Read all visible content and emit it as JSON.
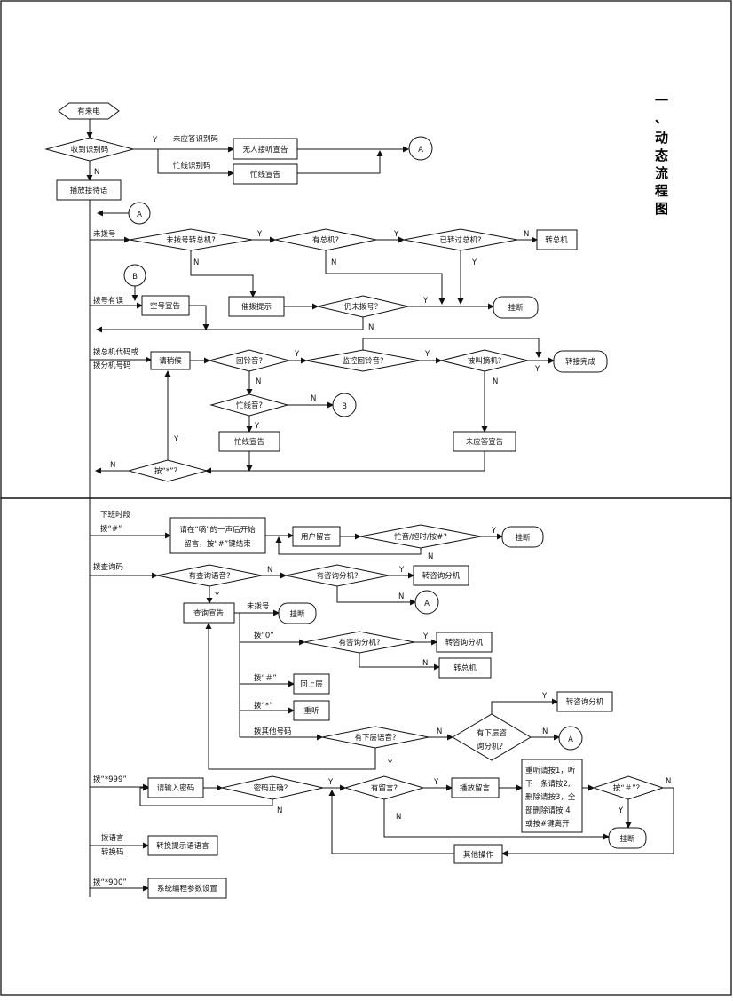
{
  "title_chars": [
    "一",
    "、",
    "动",
    "态",
    "流",
    "程",
    "图"
  ],
  "labels": {
    "incoming_call": "有来电",
    "receive_id": "收到识别码",
    "yes": "Y",
    "no": "N",
    "unanswered_id": "未应答识别码",
    "busy_id": "忙线识别码",
    "no_answer_announce": "无人接听宣告",
    "busy_announce": "忙线宣告",
    "play_greeting": "播放接待语",
    "conn_a": "A",
    "conn_b": "B",
    "not_dialed": "未拨号",
    "q_no_dial_to_operator": "未拨号转总机?",
    "q_has_operator": "有总机?",
    "q_transferred_operator": "已转过总机?",
    "to_operator": "转总机",
    "dial_error": "拨号有误",
    "empty_number_announce": "空号宣告",
    "urge_dial": "催拨提示",
    "q_still_not_dialed": "仍未拨号？",
    "hang_up": "挂断",
    "dial_operator_or_ext_1": "拨总机代码或",
    "dial_operator_or_ext_2": "拨分机号码",
    "please_wait": "请稍候",
    "q_ringback": "回铃音?",
    "q_monitor_ringback": "监控回铃音?",
    "q_answered": "被叫摘机?",
    "transfer_done": "转接完成",
    "q_busy_tone": "忙线音?",
    "busy_announce_2": "忙线宣告",
    "unanswered_announce": "未应答宣告",
    "q_press_star": "按“*”？",
    "off_hours": "下班时段",
    "press_hash": "拨“#”",
    "leave_message_1": "请在“嘀”的一声后开始",
    "leave_message_2": "留言，按“#”键结束",
    "user_message": "用户留言",
    "q_busy_timeout": "忙音/超时/按#?",
    "hang_up_2": "挂断",
    "dial_inquiry": "拨查询码",
    "q_has_inquiry_voice": "有查询语音?",
    "q_has_inquiry_ext": "有咨询分机?",
    "to_inquiry_ext": "转咨询分机",
    "inquiry_announce": "查询宣告",
    "not_dialed_2": "未拨号",
    "hang_up_3": "挂断",
    "dial_0": "拨“0”",
    "q_has_inquiry_ext_2": "有咨询分机?",
    "to_inquiry_ext_2": "转咨询分机",
    "to_operator_2": "转总机",
    "dial_hash_2": "拨“＃”",
    "back_level": "回上层",
    "dial_star": "拨“*”",
    "replay": "重听",
    "dial_other": "拨其他号码",
    "q_lower_voice": "有下层语音?",
    "q_lower_inquiry_1": "有下层咨",
    "q_lower_inquiry_2": "询分机？",
    "to_inquiry_ext_3": "转咨询分机",
    "dial_999": "拨“*999”",
    "enter_password": "请输入密码",
    "q_password_ok": "密码正确？",
    "q_has_message": "有留言?",
    "play_message": "播放留言",
    "msg_menu_1": "重听请按1，听",
    "msg_menu_2": "下一条请按2,",
    "msg_menu_3": "删除请按3，全",
    "msg_menu_4": "部删除请按 4",
    "msg_menu_5": "或按#键离开",
    "q_press_hash": "按“＃”？",
    "hang_up_4": "挂断",
    "other_ops": "其他操作",
    "dial_lang_1": "拨语言",
    "dial_lang_2": "转换码",
    "switch_lang": "转换提示语语言",
    "dial_900": "拨“*900”",
    "sys_settings": "系统编程参数设置"
  }
}
